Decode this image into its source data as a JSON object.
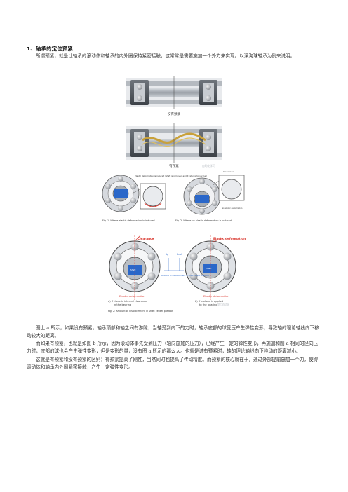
{
  "section": {
    "heading": "1、轴承的定位预紧"
  },
  "paragraphs": {
    "intro": "所谓预紧，就是让轴承的滚动体和轴承的内外圈保持紧密接触，这常常是需要施加一个外力来实现。以深沟球轴承为例来说明。",
    "p2": "图上 a 所示，如果没有预紧，轴承顶部和轴之间有游隙，当轴受到向下的力时，轴承底部的球受压产生弹性变形，导致轴的理论轴线向下移动较大的距离。",
    "p3": "而如果有预紧，也就是如图 b 所示，因为滚动体事先受到压力（轴向施加的压力），已经产生一定的弹性变形，再施加和图 a 相同的径向压力时，底部的球也会产生弹性变形，但是变形的量，没有图 a 所示的那么大。也就是说有预紧时，轴的理论轴线向下移动的距离减小。",
    "p4": "这就是有预紧和没有预紧的区别：有预紧提高了刚性，当然同时也提高了传动精度。而预紧的核心就在于，通过外部提前施加一个力，使得滚动体和轴承内外圈紧密接触，产生一定弹性变形。"
  },
  "figure_top": {
    "label_no_preload": "没有预紧",
    "label_preload": "有预紧",
    "watermark": "自动化学习"
  },
  "figure_middle": {
    "note_fig1": "Elastic deformation is induced (shaft is removed and it returns to normal)",
    "caption_fig1": "Fig. 1: Where elastic deformation is induced",
    "label_clearance": "Clearance",
    "note_fig2": "No elastic deformation",
    "caption_fig2": "Fig. 2: Where no elastic deformation is induced"
  },
  "figure_bottom": {
    "clearance": "Clearance",
    "elastic_top": "Elastic deformation",
    "delta_a": "δg",
    "delta_b": "δnull",
    "shaft_a": "Shaft",
    "shaft_b": "Shaft",
    "amount": "Amount of displacement in shaft center position",
    "elastic_a": "Elastic deformation",
    "elastic_b": "Elastic deformation",
    "caption_a1": "a) If there is internal clearance",
    "caption_a2": "in the bearing",
    "caption_b1": "b) If preload is applied",
    "caption_b2": "to the bearing",
    "caption_fig": "Fig. 2: Amount of displacement in shaft center position",
    "watermark": "学习自动化"
  },
  "colors": {
    "red": "#d9342b",
    "blue": "#2a67c9",
    "steel": "#8a8f96",
    "gold": "#c9a13a"
  }
}
